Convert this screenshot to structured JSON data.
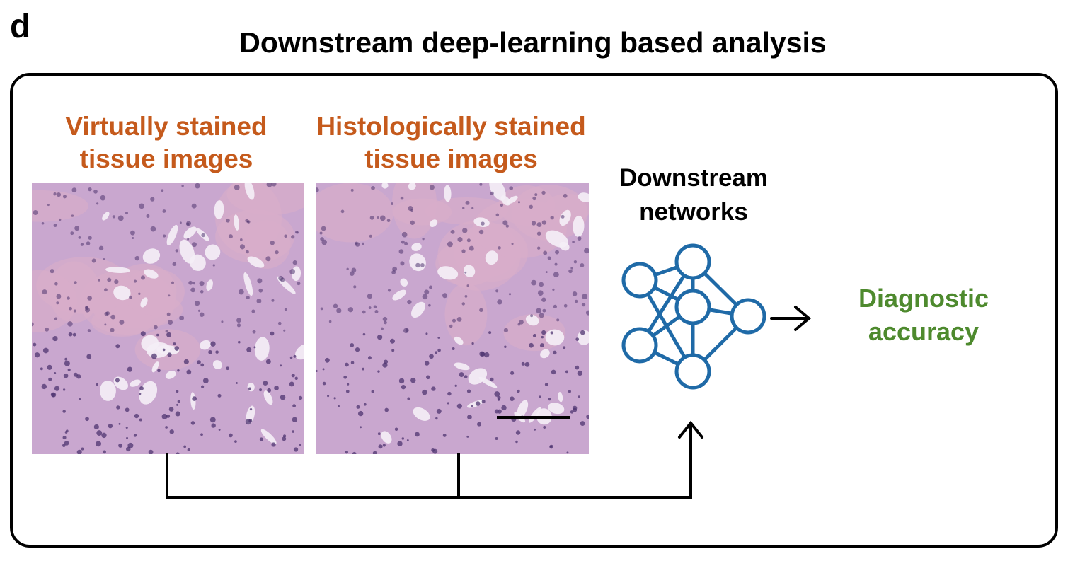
{
  "panel_letter": "d",
  "title": "Downstream deep-learning based analysis",
  "virtual_label": "Virtually stained\ntissue images",
  "histo_label": "Histologically stained\ntissue images",
  "network_label": "Downstream\nnetworks",
  "output_label": "Diagnostic\naccuracy",
  "colors": {
    "label_orange": "#c55a1c",
    "output_green": "#4e8a2e",
    "network_blue": "#1f6aa7",
    "tissue_base": "#c9a7cf",
    "nuclei": "#4e3470",
    "gaps": "#f4eef6",
    "eosin": "#d8aec9"
  },
  "icons": [
    "neural-network-icon",
    "arrow-right-icon",
    "arrow-up-icon",
    "scale-bar"
  ]
}
